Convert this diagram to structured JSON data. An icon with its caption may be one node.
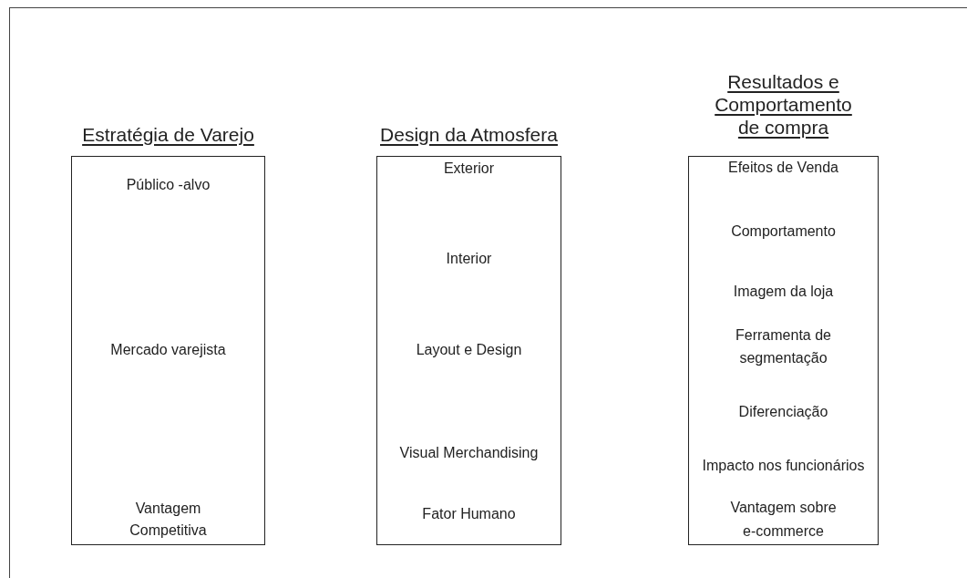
{
  "diagram": {
    "nodes": [
      {
        "text": [
          "Estratégia de Varejo",
          "Público -alvo",
          "Mercado varejista",
          "Vantagem Competitiva"
        ]
      },
      {
        "text": [
          "Design da Atmosfera",
          "Exterior",
          "Interior",
          "Layout e Design",
          "Visual Merchandising",
          "Fator Humano"
        ]
      },
      {
        "text": [
          "Resultados e Comportamento de compra",
          "Efeitos de Venda",
          "Comportamento",
          "Imagem da loja",
          "Ferramenta de segmentação",
          "Diferenciação",
          "Impacto nos funcionários",
          "Vantagem sobre e-commerce"
        ]
      }
    ]
  }
}
